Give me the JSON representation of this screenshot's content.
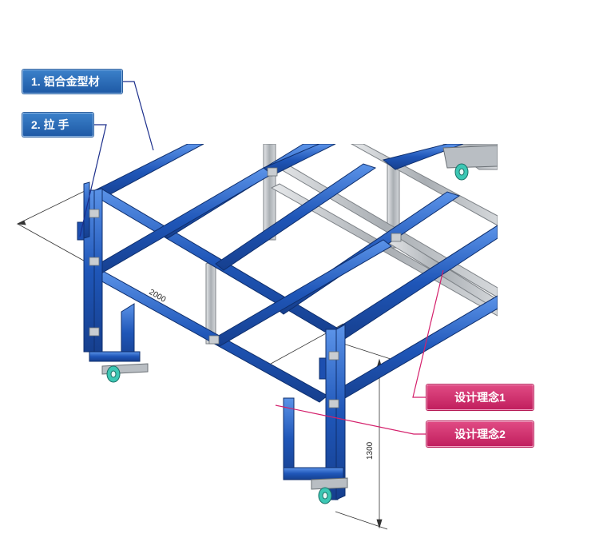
{
  "labels": {
    "profile": "1. 铝合金型材",
    "handle": "2. 拉 手",
    "concept1": "设计理念1",
    "concept2": "设计理念2"
  },
  "dimensions": {
    "length": "2000",
    "height": "1300"
  },
  "colors": {
    "frame_blue": "#1f56b8",
    "frame_blue_light": "#4f86e0",
    "frame_silver": "#b8bcc0",
    "wheel_teal": "#3cc7b4",
    "tag_blue": "#2a66b4",
    "tag_red": "#cf2c6a",
    "leader_blue": "#1c2f8c",
    "leader_pink": "#d41f6b"
  }
}
